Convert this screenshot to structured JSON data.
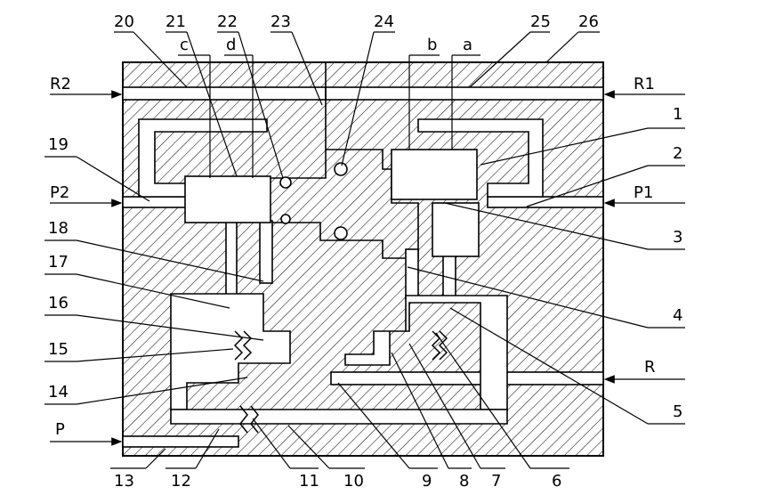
{
  "labels": {
    "n1": "1",
    "n2": "2",
    "n3": "3",
    "n4": "4",
    "n5": "5",
    "n6": "6",
    "n7": "7",
    "n8": "8",
    "n9": "9",
    "n10": "10",
    "n11": "11",
    "n12": "12",
    "n13": "13",
    "n14": "14",
    "n15": "15",
    "n16": "16",
    "n17": "17",
    "n18": "18",
    "n19": "19",
    "n20": "20",
    "n21": "21",
    "n22": "22",
    "n23": "23",
    "n24": "24",
    "n25": "25",
    "n26": "26",
    "a": "a",
    "b": "b",
    "c": "c",
    "d": "d"
  },
  "ports": {
    "r2": "R2",
    "r1": "R1",
    "p2": "P2",
    "p1": "P1",
    "r": "R",
    "p": "P"
  }
}
